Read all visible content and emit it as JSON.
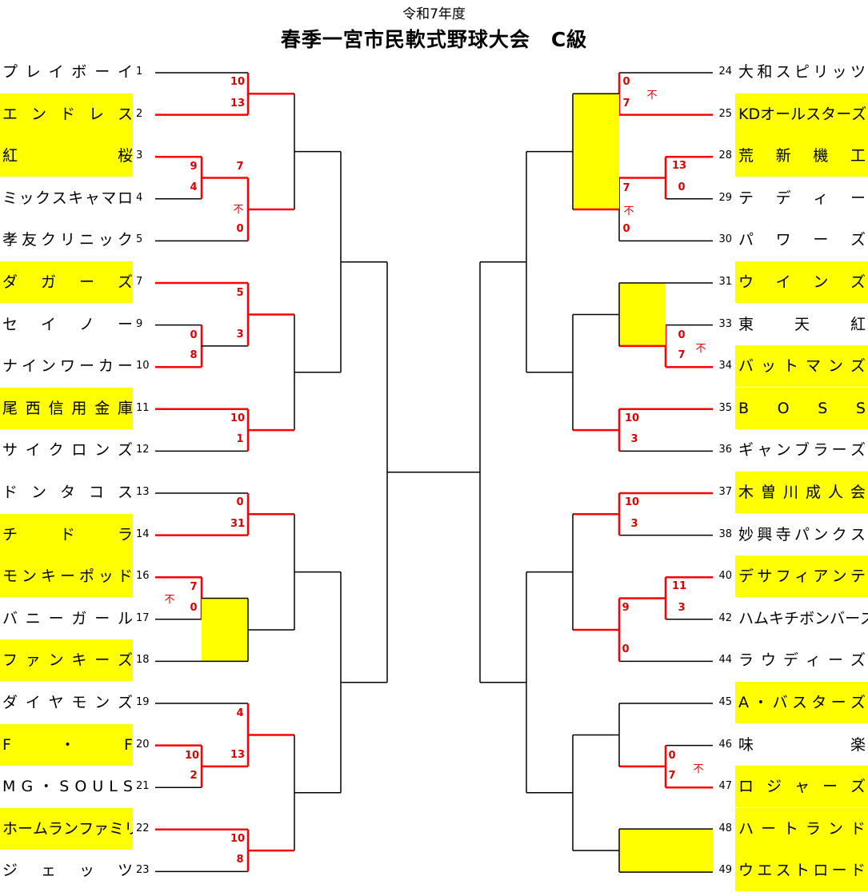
{
  "header": {
    "subtitle": "令和7年度",
    "title": "春季一宮市民軟式野球大会　C級"
  },
  "colors": {
    "win_line": "#ff0000",
    "line": "#000000",
    "highlight": "#ffff00",
    "score": "#e00000"
  },
  "left_teams": [
    {
      "num": "1",
      "name": "プレイボーイ",
      "win": false
    },
    {
      "num": "2",
      "name": "エンドレス",
      "win": true
    },
    {
      "num": "3",
      "name": "紅　桜",
      "win": true
    },
    {
      "num": "4",
      "name": "ミックスキャマロ",
      "win": false
    },
    {
      "num": "5",
      "name": "孝友クリニック",
      "win": false
    },
    {
      "num": "7",
      "name": "ダガーズ",
      "win": true
    },
    {
      "num": "9",
      "name": "セイノー",
      "win": false
    },
    {
      "num": "10",
      "name": "ナインワーカー",
      "win": false
    },
    {
      "num": "11",
      "name": "尾西信用金庫",
      "win": true
    },
    {
      "num": "12",
      "name": "サイクロンズ",
      "win": false
    },
    {
      "num": "13",
      "name": "ドンタコス",
      "win": false
    },
    {
      "num": "14",
      "name": "チドラ",
      "win": true
    },
    {
      "num": "16",
      "name": "モンキーポッド",
      "win": true
    },
    {
      "num": "17",
      "name": "バニーガール",
      "win": false
    },
    {
      "num": "18",
      "name": "ファンキーズ",
      "win": true
    },
    {
      "num": "19",
      "name": "ダイヤモンズ",
      "win": false
    },
    {
      "num": "20",
      "name": "F・F",
      "win": true
    },
    {
      "num": "21",
      "name": "MG・SOULS",
      "win": false
    },
    {
      "num": "22",
      "name": "ホームランファミリー",
      "win": true
    },
    {
      "num": "23",
      "name": "ジェッツ",
      "win": false
    }
  ],
  "right_teams": [
    {
      "num": "24",
      "name": "大和スピリッツ",
      "win": false
    },
    {
      "num": "25",
      "name": "KDオールスターズ",
      "win": true
    },
    {
      "num": "28",
      "name": "荒新機工",
      "win": true
    },
    {
      "num": "29",
      "name": "テディー",
      "win": false
    },
    {
      "num": "30",
      "name": "パワーズ",
      "win": false
    },
    {
      "num": "31",
      "name": "ウインズ",
      "win": true
    },
    {
      "num": "33",
      "name": "東　天　紅",
      "win": false
    },
    {
      "num": "34",
      "name": "バットマンズ",
      "win": true
    },
    {
      "num": "35",
      "name": "BOSS",
      "win": true
    },
    {
      "num": "36",
      "name": "ギャンブラーズ",
      "win": false
    },
    {
      "num": "37",
      "name": "木曽川成人会",
      "win": true
    },
    {
      "num": "38",
      "name": "妙興寺パンクス",
      "win": false
    },
    {
      "num": "40",
      "name": "デサフィアンテ",
      "win": true
    },
    {
      "num": "42",
      "name": "ハムキチボンバーズ",
      "win": false
    },
    {
      "num": "44",
      "name": "ラウディーズ",
      "win": false
    },
    {
      "num": "45",
      "name": "A・バスターズ",
      "win": true
    },
    {
      "num": "46",
      "name": "味　楽",
      "win": false
    },
    {
      "num": "47",
      "name": "ロジャーズ",
      "win": true
    },
    {
      "num": "48",
      "name": "ハートランド",
      "win": true
    },
    {
      "num": "49",
      "name": "ウエストロード",
      "win": true
    }
  ],
  "scores": {
    "L1": [
      "10",
      "13"
    ],
    "L3": [
      "9",
      "4"
    ],
    "L4": [
      "7",
      "0"
    ],
    "L4_fu": "不",
    "L7": [
      "5",
      "3"
    ],
    "L9": [
      "0",
      "8"
    ],
    "L11": [
      "10",
      "1"
    ],
    "L13": [
      "0",
      "31"
    ],
    "L16": [
      "7",
      "0"
    ],
    "L16_fu": "不",
    "L19": [
      "4",
      "13"
    ],
    "L20": [
      "10",
      "2"
    ],
    "L22": [
      "10",
      "8"
    ],
    "R24": [
      "0",
      "7"
    ],
    "R24_fu": "不",
    "R28": [
      "13",
      "0"
    ],
    "R28b": [
      "7",
      "0"
    ],
    "R28b_fu": "不",
    "R33": [
      "0",
      "7"
    ],
    "R33_fu": "不",
    "R35": [
      "10",
      "3"
    ],
    "R37": [
      "10",
      "3"
    ],
    "R40": [
      "11",
      "3"
    ],
    "R40b": [
      "9",
      "0"
    ],
    "R46": [
      "0",
      "7"
    ],
    "R46_fu": "不"
  }
}
